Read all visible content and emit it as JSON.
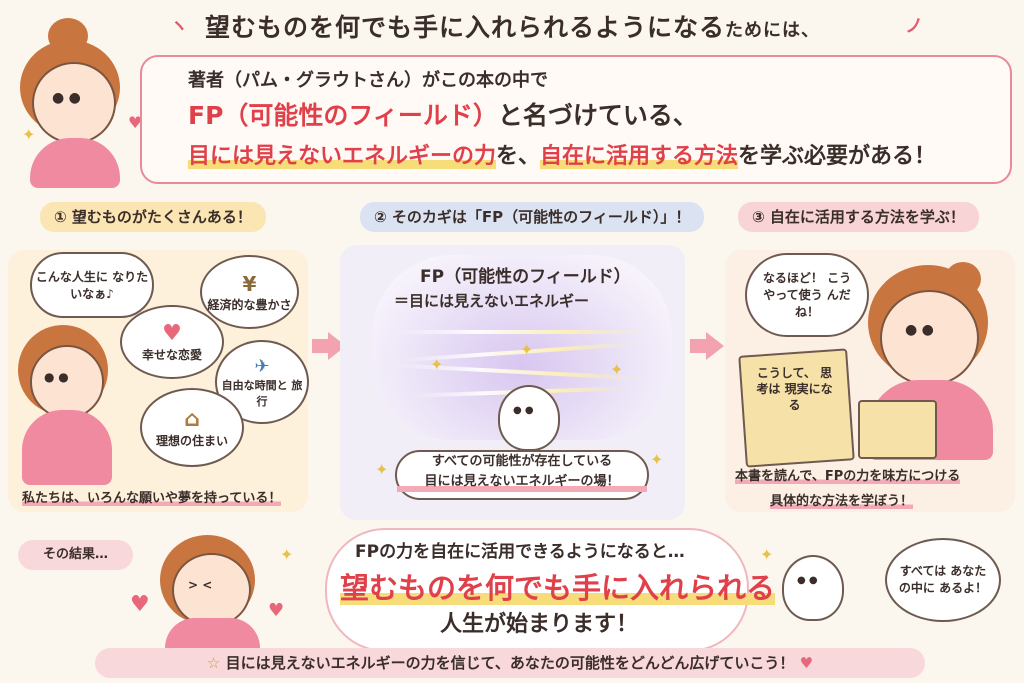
{
  "title": {
    "main": "望むものを何でも手に入れられるようになる",
    "tail": "ためには、"
  },
  "intro": {
    "line1": "著者（パム・グラウトさん）がこの本の中で",
    "line2_red": "FP（可能性のフィールド）",
    "line2_rest": "と名づけている、",
    "line3_red1": "目には見えないエネルギーの力",
    "line3_mid": "を、",
    "line3_red2": "自在に活用する方法",
    "line3_rest": "を学ぶ必要がある！"
  },
  "section1": {
    "label": "① 望むものがたくさんある！",
    "thought": "こんな人生に なりたいなぁ♪",
    "bubbles": [
      {
        "icon": "money-bag-icon",
        "glyph": "¥",
        "label": "経済的な豊かさ"
      },
      {
        "icon": "heart-icon",
        "glyph": "♥",
        "label": "幸せな恋愛"
      },
      {
        "icon": "globe-plane-icon",
        "glyph": "✈",
        "label": "自由な時間と 旅行"
      },
      {
        "icon": "house-icon",
        "glyph": "⌂",
        "label": "理想の住まい"
      }
    ],
    "caption": "私たちは、いろんな願いや夢を持っている！"
  },
  "section2": {
    "label": "② そのカギは「FP（可能性のフィールド）」！",
    "fp_title": "FP（可能性のフィールド）",
    "fp_sub": "＝目には見えないエネルギー",
    "caption1": "すべての可能性が存在している",
    "caption2": "目には見えないエネルギーの場！"
  },
  "section3": {
    "label": "③ 自在に活用する方法を学ぶ！",
    "thought": "なるほど！ こうやって使う んだね！",
    "book_text": "こうして、 思考は 現実になる",
    "caption1": "本書を読んで、FPの力を味方につける",
    "caption2": "具体的な方法を学ぼう！"
  },
  "result": {
    "label": "その結果…",
    "line1": "FPの力を自在に活用できるようになると…",
    "line2": "望むものを何でも手に入れられる",
    "line3": "人生が始まります！",
    "spirit_thought": "すべては あなたの中に あるよ！"
  },
  "footer": {
    "text": "目には見えないエネルギーの力を信じて、あなたの可能性をどんどん広げていこう！"
  },
  "colors": {
    "accent_red": "#e0404a",
    "highlight_yellow": "#f7dd7a",
    "pink": "#f3a3b0",
    "background": "#fbf7ef"
  }
}
